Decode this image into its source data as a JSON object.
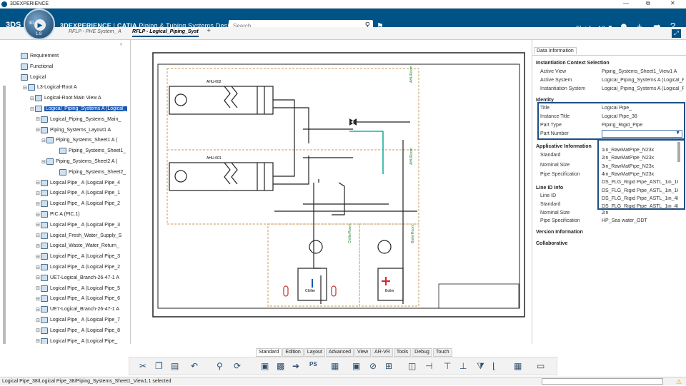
{
  "window": {
    "title": "3DEXPERIENCE",
    "min": "—",
    "restore": "⧉",
    "close": "✕"
  },
  "app": {
    "logo": "3DS",
    "compass_label": "V.R",
    "version": "1.8",
    "brand": "3DEXPERIENCE",
    "sep": " | ",
    "brand2": "CATIA",
    "app_name": " Piping & Tubing Systems Design",
    "user": "Fluidic_10"
  },
  "search": {
    "placeholder": "Search"
  },
  "tabs": [
    {
      "label": "RFLP - PHE System_ A"
    },
    {
      "label": "RFLP - Logical_Piping_Syst"
    },
    {
      "label": "+"
    }
  ],
  "tree": [
    {
      "label": "Requirement",
      "lvl": 1
    },
    {
      "label": "Functional",
      "lvl": 1
    },
    {
      "label": "Logical",
      "lvl": 1
    },
    {
      "label": "L3-Logical-Root A",
      "lvl": 2
    },
    {
      "label": "Logical-Root Main View A",
      "lvl": 3
    },
    {
      "label": "Logical_Piping_Systems A (Logical_",
      "lvl": 3,
      "sel": true
    },
    {
      "label": "Logical_Piping_Systems_Main_",
      "lvl": 4
    },
    {
      "label": "Piping_Systems_Layout1 A",
      "lvl": 4
    },
    {
      "label": "Piping_Systems_Sheet1 A (",
      "lvl": 5
    },
    {
      "label": "Piping_Systems_Sheet1_",
      "lvl": 6
    },
    {
      "label": "Piping_Systems_Sheet2 A (",
      "lvl": 5
    },
    {
      "label": "Piping_Systems_Sheet2_",
      "lvl": 6
    },
    {
      "label": "Logical Pipe_ A (Logical Pipe_4",
      "lvl": 4
    },
    {
      "label": "Logical Pipe_ A (Logical Pipe_1",
      "lvl": 4
    },
    {
      "label": "Logical Pipe_ A (Logical Pipe_2",
      "lvl": 4
    },
    {
      "label": "PIC A (PIC.1)",
      "lvl": 4
    },
    {
      "label": "Logical Pipe_ A (Logical Pipe_3",
      "lvl": 4
    },
    {
      "label": "Logical_Fresh_Water_Supply_S",
      "lvl": 4
    },
    {
      "label": "Logical_Waste_Water_Return_",
      "lvl": 4
    },
    {
      "label": "Logical Pipe_ A (Logical Pipe_3",
      "lvl": 4
    },
    {
      "label": "Logical Pipe_ A (Logical Pipe_2",
      "lvl": 4
    },
    {
      "label": "UE7-Logical_Branch-26-47-1 A",
      "lvl": 4
    },
    {
      "label": "Logical Pipe_ A (Logical Pipe_5",
      "lvl": 4
    },
    {
      "label": "Logical Pipe_ A (Logical Pipe_6",
      "lvl": 4
    },
    {
      "label": "UE7-Logical_Branch-26-47-1 A",
      "lvl": 4
    },
    {
      "label": "Logical Pipe_ A (Logical Pipe_7",
      "lvl": 4
    },
    {
      "label": "Logical Pipe_ A (Logical Pipe_8",
      "lvl": 4
    },
    {
      "label": "Logical Pipe_ A (Logical Pipe_",
      "lvl": 4
    }
  ],
  "diagram": {
    "ahu2": "AHU-002",
    "ahu1": "AHU-001",
    "room1": "AHURoom",
    "room2": "AHURoom",
    "chiller_room": "ChillerRoom",
    "boiler_room": "BoilerRoom",
    "chiller": "Chiller",
    "boiler": "Boiler"
  },
  "panel": {
    "tab": "Data Information",
    "s1": "Instantiation Context Selection",
    "active_view_l": "Active View",
    "active_view_v": "Piping_Systems_Sheet1_View1 A",
    "active_system_l": "Active System",
    "active_system_v": "Logical_Piping_Systems A (Logical_Pi",
    "inst_system_l": "Instantiation System",
    "inst_system_v": "Logical_Piping_Systems A (Logical_Pi",
    "s2": "Identity",
    "title_l": "Title",
    "title_v": "Logical Pipe_",
    "inst_title_l": "Instance Title",
    "inst_title_v": "Logical Pipe_38",
    "part_type_l": "Part Type",
    "part_type_v": "Piping_Rigid_Pipe",
    "part_number_l": "Part Number",
    "s3": "Applicative Information",
    "standard_l": "Standard",
    "nominal_l": "Nominal Size",
    "pipe_spec_l": "Pipe Specification",
    "s4": "Line ID Info",
    "line_id_l": "Line ID",
    "standard2_l": "Standard",
    "nominal2_l": "Nominal Size",
    "nominal2_v": "2in",
    "pipe_spec2_l": "Pipe Specification",
    "pipe_spec2_v": "HP_Sea water_ODT",
    "s5": "Version Information",
    "s6": "Collaborative",
    "options": [
      "1in_RawMatPipe_N23x",
      "2in_RawMatPipe_N23x",
      "3in_RawMatPipe_N23x",
      "4in_RawMatPipe_N23x",
      "DS_FLG_Rigid Pipe_ASTL_1in_160_...",
      "DS_FLG_Rigid Pipe_ASTL_1in_160_...",
      "DS_FLG_Rigid Pipe_ASTL_1in_40_4...",
      "DS_FLG_Rigid Pipe_ASTL_1in_40_7..."
    ]
  },
  "section_tabs": [
    "Standard",
    "Edition",
    "Layout",
    "Advanced",
    "View",
    "AR-VR",
    "Tools",
    "Debug",
    "Touch"
  ],
  "status": {
    "text": "Logical Pipe_38/Logical Pipe_38/Piping_Systems_Sheet1_View1.1 selected"
  }
}
